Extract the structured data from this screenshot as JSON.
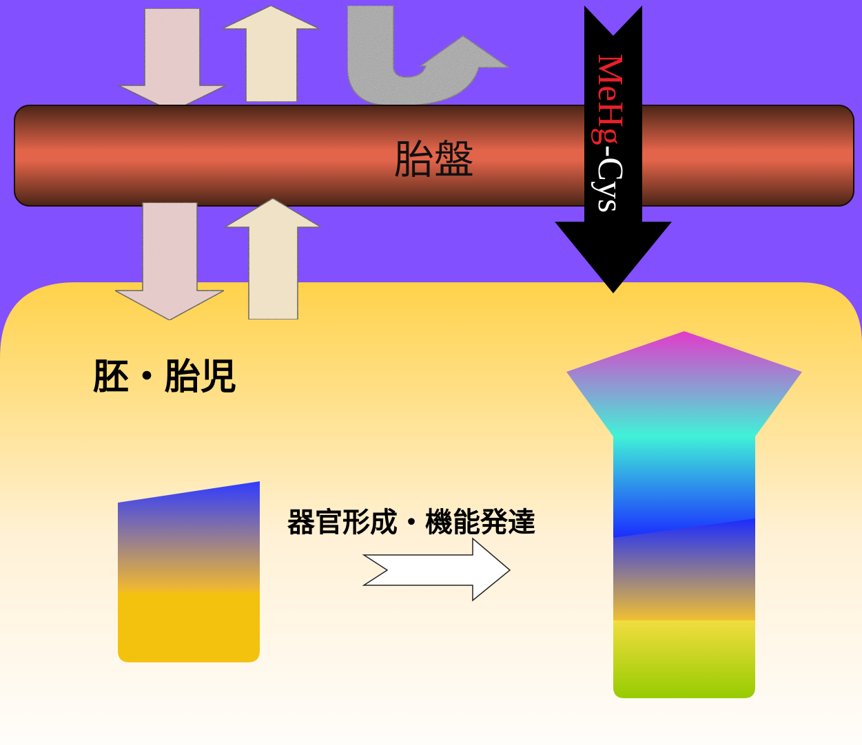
{
  "labels": {
    "placenta": "胎盤",
    "embryo_fetus": "胚・胎児",
    "development": "器官形成・機能発達",
    "mehg_prefix": "MeHg",
    "mehg_suffix": "-Cys"
  },
  "colors": {
    "background": "#8350ff",
    "placenta_mid": "#e2644a",
    "placenta_edge": "#4a2416",
    "fetus_top": "#ffd24a",
    "fetus_bottom": "#fffdfa",
    "arrow_in": "#e2c6c4",
    "arrow_out": "#efe2c0",
    "arrow_recycle": "#9a9a9a",
    "mehg_arrow": "#000000",
    "mehg_text_red": "#e8202a",
    "mehg_text_white": "#ffffff",
    "organ_small_top": "#2f3bff",
    "organ_small_mid": "#f0b830",
    "organ_small_bottom": "#f2c20e",
    "organ_large_top": "#e23acb",
    "organ_large_cyan": "#40f2d8",
    "organ_large_blue": "#1a2bff",
    "organ_large_orange": "#f2c030",
    "organ_large_bottom": "#96cc00"
  }
}
